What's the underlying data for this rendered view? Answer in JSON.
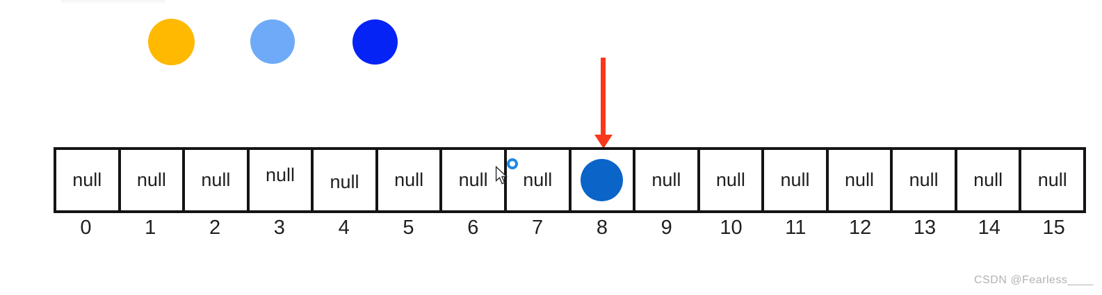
{
  "legend": {
    "circles": [
      {
        "name": "orange-item",
        "color": "#FFB900"
      },
      {
        "name": "light-blue-item",
        "color": "#6FAAF8"
      },
      {
        "name": "dark-blue-item",
        "color": "#0523F5"
      }
    ]
  },
  "pointer_arrow": {
    "color": "#F8381A",
    "points_to_index": "8"
  },
  "array": {
    "cells": [
      {
        "index": "0",
        "value": "null"
      },
      {
        "index": "1",
        "value": "null"
      },
      {
        "index": "2",
        "value": "null"
      },
      {
        "index": "3",
        "value": "null"
      },
      {
        "index": "4",
        "value": "null"
      },
      {
        "index": "5",
        "value": "null"
      },
      {
        "index": "6",
        "value": "null"
      },
      {
        "index": "7",
        "value": "null"
      },
      {
        "index": "8",
        "value": "",
        "item_color": "#0B64C8"
      },
      {
        "index": "9",
        "value": "null"
      },
      {
        "index": "10",
        "value": "null"
      },
      {
        "index": "11",
        "value": "null"
      },
      {
        "index": "12",
        "value": "null"
      },
      {
        "index": "13",
        "value": "null"
      },
      {
        "index": "14",
        "value": "null"
      },
      {
        "index": "15",
        "value": "null"
      }
    ]
  },
  "cursor": {
    "ring_color": "#1E88E5"
  },
  "watermark": {
    "text": "CSDN @Fearless____"
  }
}
